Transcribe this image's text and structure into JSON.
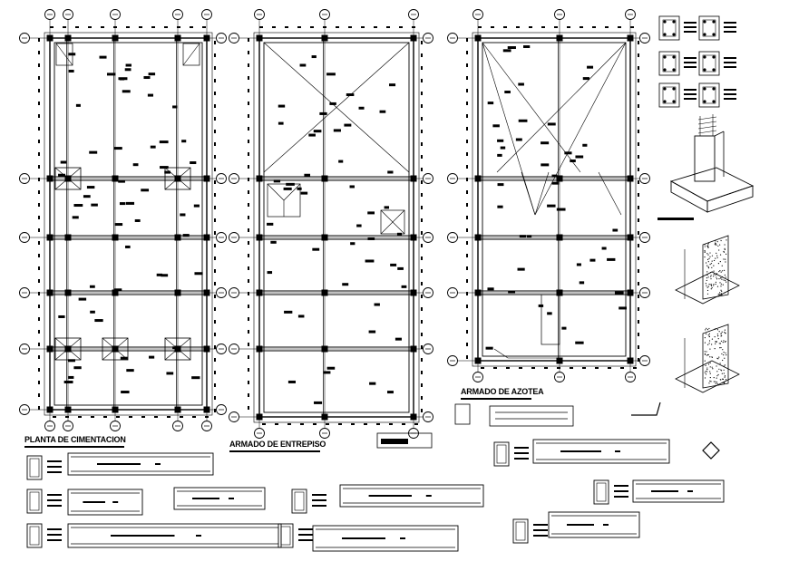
{
  "labels": {
    "plan_cimentacion": "PLANTA DE CIMENTACION",
    "plan_entrepiso": "ARMADO DE ENTREPISO",
    "plan_azotea": "ARMADO DE AZOTEA"
  },
  "colors": {
    "ink": "#000000",
    "background": "#ffffff"
  }
}
